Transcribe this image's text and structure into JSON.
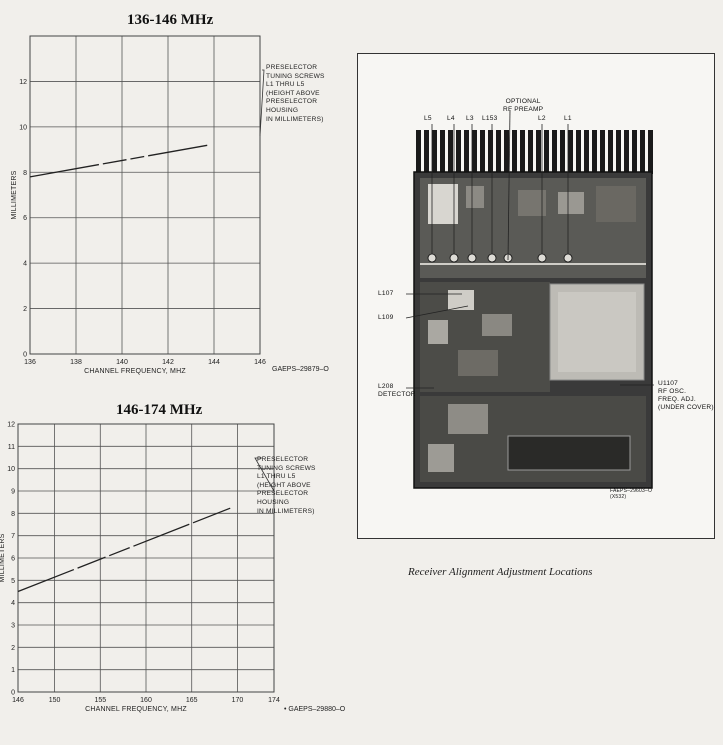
{
  "chart_data": [
    {
      "type": "line",
      "title": "136-146 MHz",
      "xlabel": "CHANNEL FREQUENCY, MHZ",
      "ylabel": "MILLIMETERS",
      "xlim": [
        136,
        146
      ],
      "ylim": [
        0,
        14
      ],
      "xticks": [
        136,
        138,
        140,
        142,
        144,
        146
      ],
      "yticks": [
        0,
        2,
        4,
        6,
        8,
        10,
        12
      ],
      "grid": true,
      "series": [
        {
          "x": [
            136,
            146
          ],
          "y": [
            7.8,
            9.6
          ]
        }
      ],
      "annotation": [
        "PRESELECTOR",
        "TUNING SCREWS",
        "L1 THRU L5",
        "(HEIGHT ABOVE",
        "PRESELECTOR",
        "HOUSING",
        "IN MILLIMETERS)"
      ],
      "figure_id": "GAEPS–29879–O"
    },
    {
      "type": "line",
      "title": "146-174 MHz",
      "xlabel": "CHANNEL FREQUENCY, MHZ",
      "ylabel": "MILLIMETERS",
      "xlim": [
        146,
        174
      ],
      "ylim": [
        0,
        12
      ],
      "xticks": [
        146,
        150,
        155,
        160,
        165,
        170,
        174
      ],
      "yticks": [
        0,
        1,
        2,
        3,
        4,
        5,
        6,
        7,
        8,
        9,
        10,
        11,
        12
      ],
      "grid": true,
      "series": [
        {
          "x": [
            146,
            174
          ],
          "y": [
            4.5,
            9.0
          ]
        }
      ],
      "annotation": [
        "PRESELECTOR",
        "TUNING SCREWS",
        "L1 THRU L5",
        "(HEIGHT ABOVE",
        "PRESELECTOR",
        "HOUSING",
        "IN MILLIMETERS)"
      ],
      "figure_id": "• GAEPS–29880–O"
    }
  ],
  "photo": {
    "labels": {
      "optional_1": "OPTIONAL",
      "optional_2": "RF PREAMP",
      "l5": "L5",
      "l4": "L4",
      "l3": "L3",
      "l153": "L153",
      "l2": "L2",
      "l1": "L1",
      "l107": "L107",
      "l109": "L109",
      "l208": "L208",
      "detector": "DETECTOR",
      "u1107": "U1107",
      "rf_osc": "RF OSC.",
      "freq_adj": "FREQ. ADJ.",
      "under_cover": "(UNDER COVER)",
      "fig_id_1": "FAEPS–29603–O",
      "fig_id_2": "(X532)"
    },
    "caption": "Receiver Alignment Adjustment Locations"
  }
}
